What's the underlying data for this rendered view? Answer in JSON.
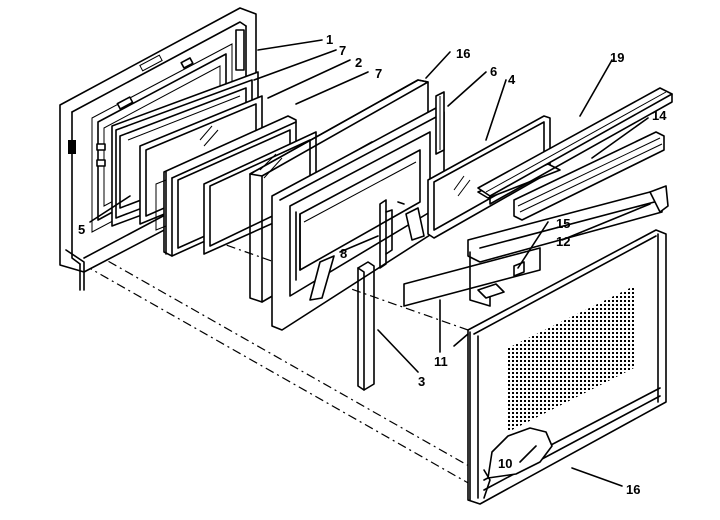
{
  "labels": {
    "l1": "1",
    "l7a": "7",
    "l2": "2",
    "l7b": "7",
    "l16a": "16",
    "l6": "6",
    "l4": "4",
    "l19": "19",
    "l14": "14",
    "l5": "5",
    "l8": "8",
    "l15": "15",
    "l12": "12",
    "l11": "11",
    "l3": "3",
    "l10": "10",
    "l16b": "16"
  }
}
